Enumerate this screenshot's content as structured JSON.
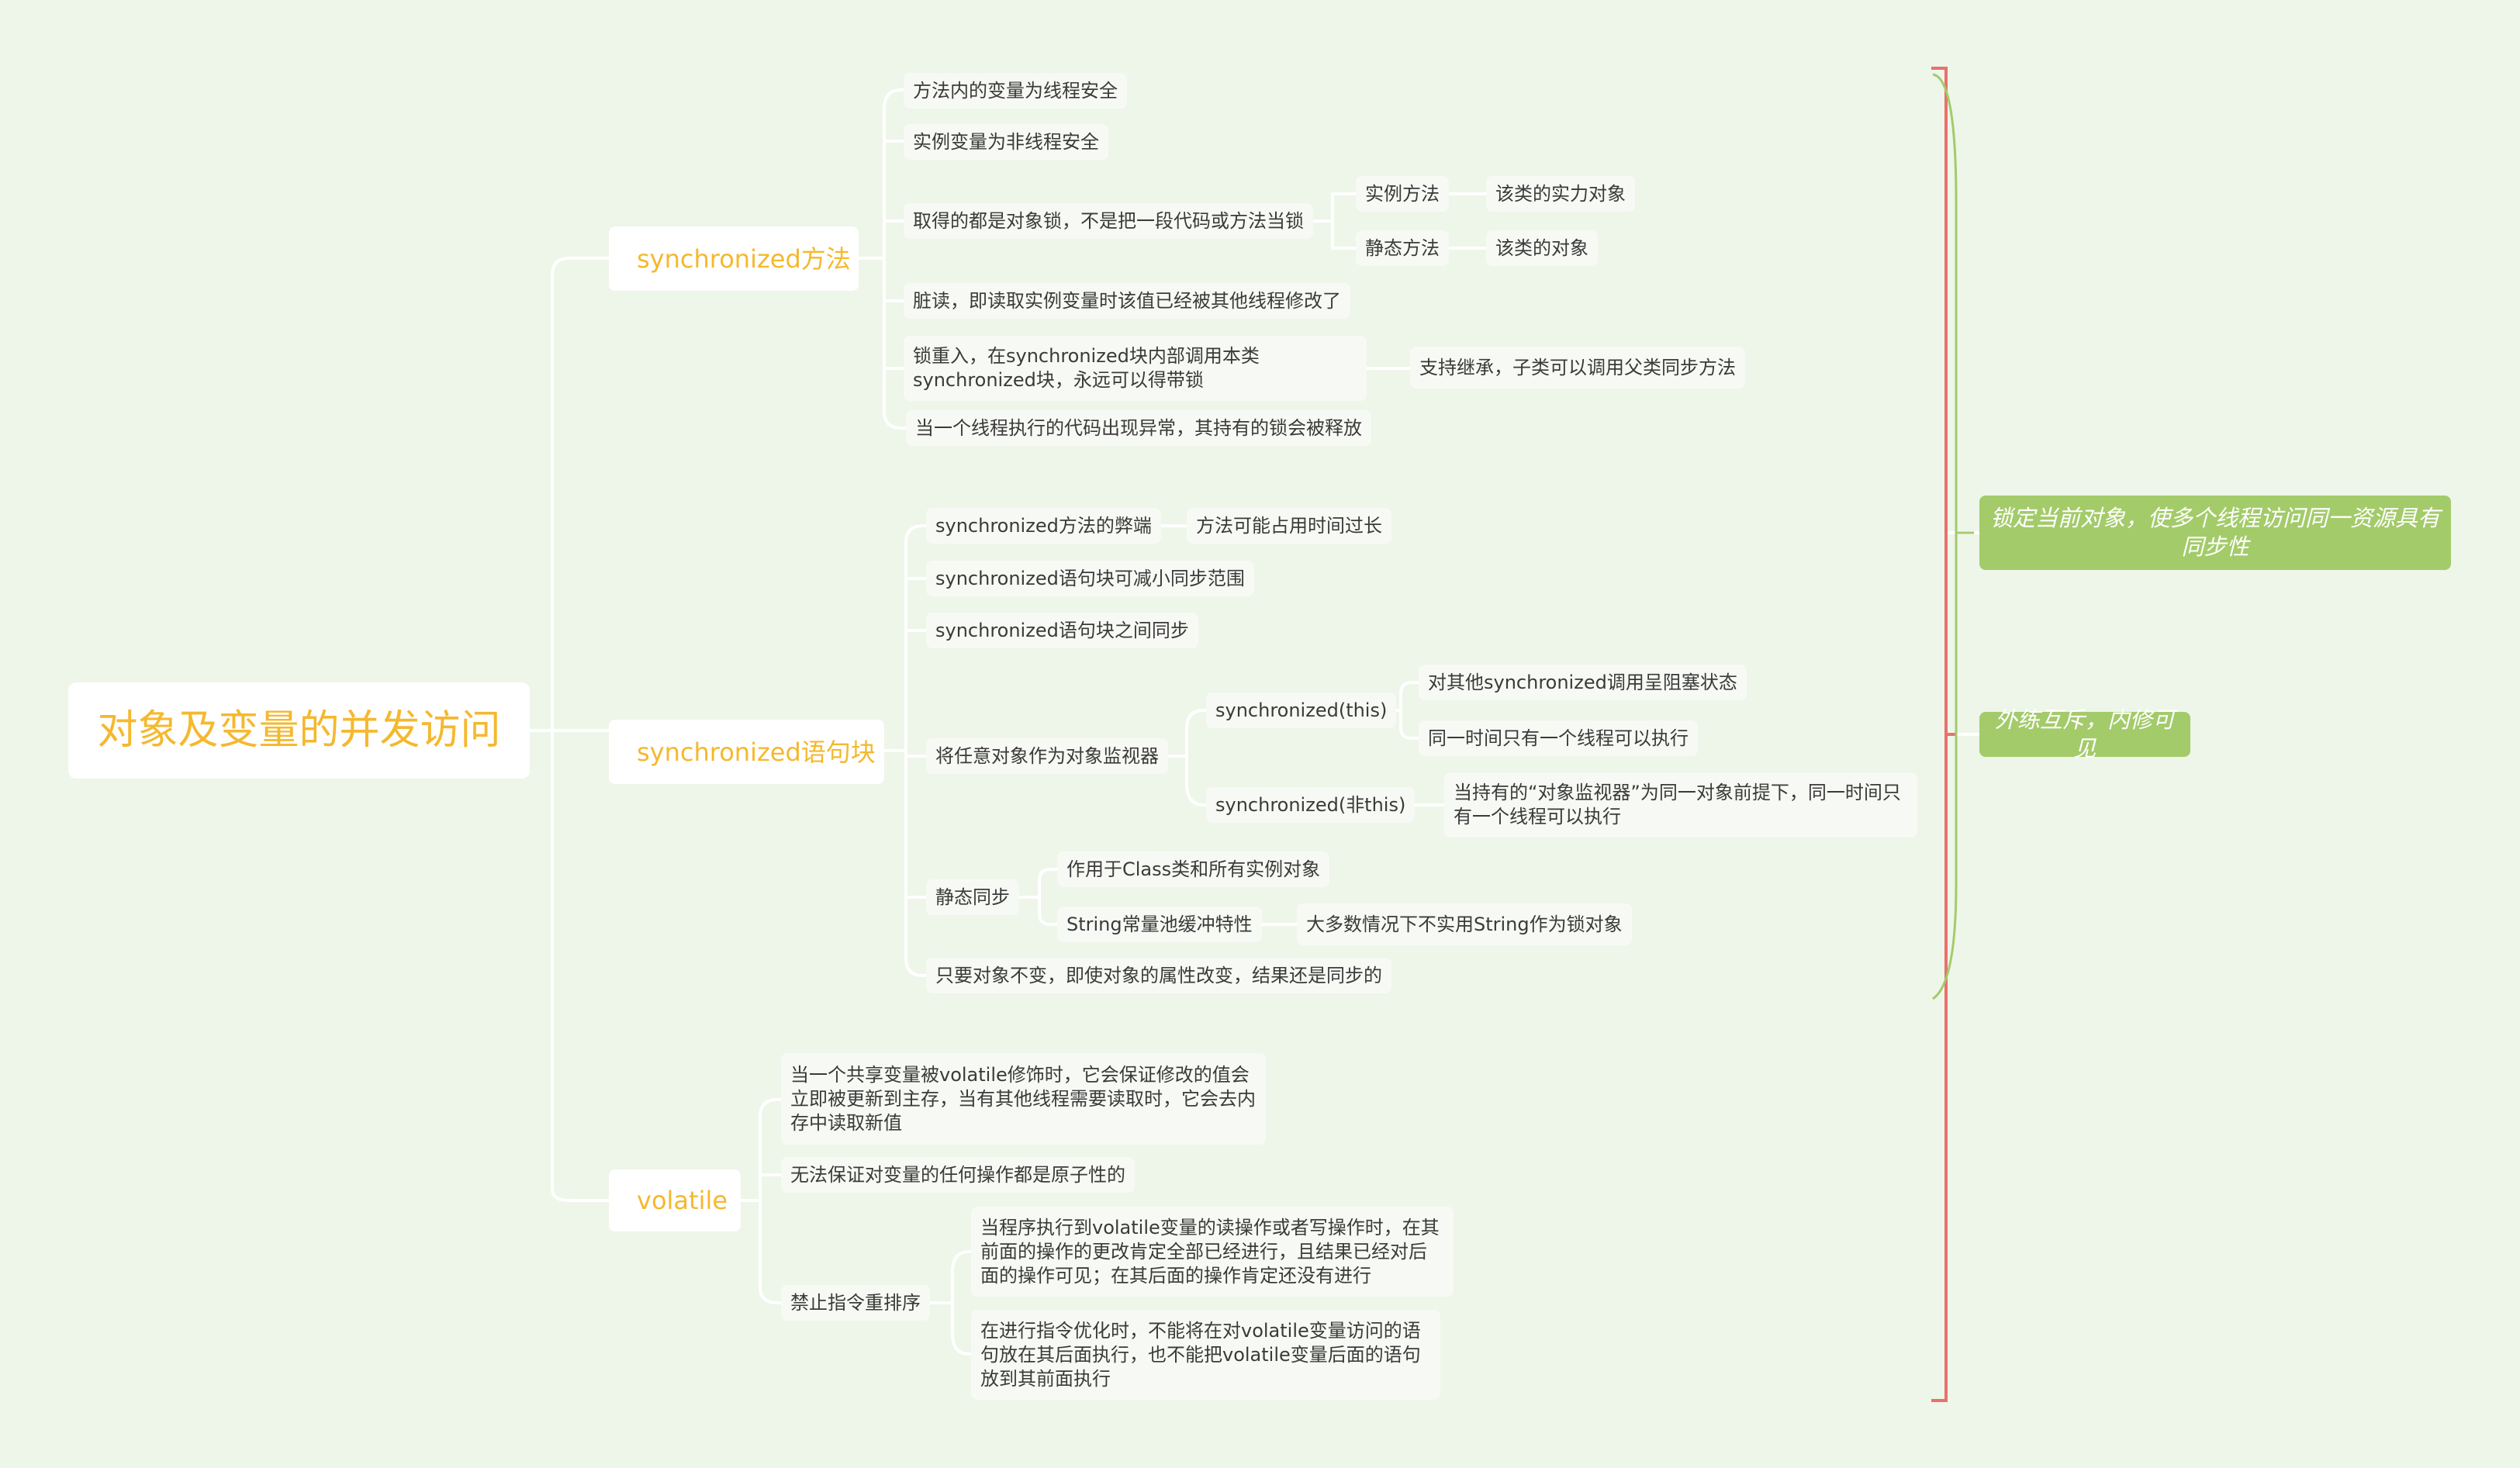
{
  "colors": {
    "background": "#eef5e9",
    "root_text": "#f5b82e",
    "branch_text": "#f5b82e",
    "connector": "#ffffff",
    "summary_fill": "#a3cb6a",
    "summary_bracket_red": "#e8716c",
    "summary_bracket_green": "#a3cb6a"
  },
  "root": {
    "label": "对象及变量的并发访问"
  },
  "branches": {
    "sync_method": {
      "label": "synchronized方法",
      "items": {
        "m1": "方法内的变量为线程安全",
        "m2": "实例变量为非线程安全",
        "m3": "取得的都是对象锁，不是把一段代码或方法当锁",
        "m3a": "实例方法",
        "m3a1": "该类的实力对象",
        "m3b": "静态方法",
        "m3b1": "该类的对象",
        "m4": "脏读，即读取实例变量时该值已经被其他线程修改了",
        "m5": "锁重入，在synchronized块内部调用本类synchronized块，永远可以得带锁",
        "m5a": "支持继承，子类可以调用父类同步方法",
        "m6": "当一个线程执行的代码出现异常，其持有的锁会被释放"
      }
    },
    "sync_block": {
      "label": "synchronized语句块",
      "items": {
        "b1": "synchronized方法的弊端",
        "b1a": "方法可能占用时间过长",
        "b2": "synchronized语句块可减小同步范围",
        "b3": "synchronized语句块之间同步",
        "b4": "将任意对象作为对象监视器",
        "b4a": "synchronized(this)",
        "b4a1": "对其他synchronized调用呈阻塞状态",
        "b4a2": "同一时间只有一个线程可以执行",
        "b4b": "synchronized(非this)",
        "b4b1": "当持有的“对象监视器”为同一对象前提下，同一时间只有一个线程可以执行",
        "b5": "静态同步",
        "b5a": "作用于Class类和所有实例对象",
        "b5b": "String常量池缓冲特性",
        "b5b1": "大多数情况下不实用String作为锁对象",
        "b6": "只要对象不变，即使对象的属性改变，结果还是同步的"
      }
    },
    "volatile": {
      "label": "volatile",
      "items": {
        "v1": "当一个共享变量被volatile修饰时，它会保证修改的值会立即被更新到主存，当有其他线程需要读取时，它会去内存中读取新值",
        "v2": "无法保证对变量的任何操作都是原子性的",
        "v3": "禁止指令重排序",
        "v3a": "当程序执行到volatile变量的读操作或者写操作时，在其前面的操作的更改肯定全部已经进行，且结果已经对后面的操作可见；在其后面的操作肯定还没有进行",
        "v3b": "在进行指令优化时，不能将在对volatile变量访问的语句放在其后面执行，也不能把volatile变量后面的语句放到其前面执行"
      }
    }
  },
  "summaries": {
    "s1": "锁定当前对象，使多个线程访问同一资源具有同步性",
    "s2": "外练互斥，内修可见"
  }
}
